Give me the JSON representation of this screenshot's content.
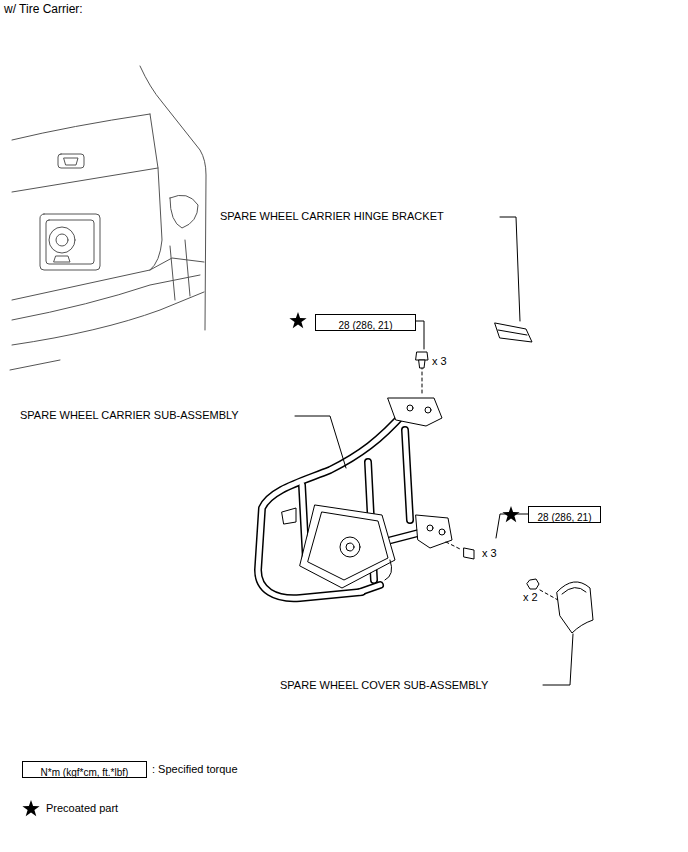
{
  "diagram": {
    "title": "w/ Tire Carrier:",
    "nodes": [
      {
        "text": [
          "28 (286, 21)"
        ]
      },
      {
        "text": [
          "28 (286, 21)"
        ]
      },
      {
        "text": [
          "N*m (kgf*cm, ft.*lbf)"
        ]
      }
    ],
    "labels": [
      "SPARE WHEEL CARRIER HINGE BRACKET",
      "SPARE WHEEL CARRIER SUB-ASSEMBLY",
      "SPARE WHEEL COVER SUB-ASSEMBLY",
      "x 3",
      "x 3",
      "x 2"
    ],
    "legend": [
      {
        "text": ": Specified torque"
      },
      {
        "text": "Precoated part"
      }
    ]
  }
}
